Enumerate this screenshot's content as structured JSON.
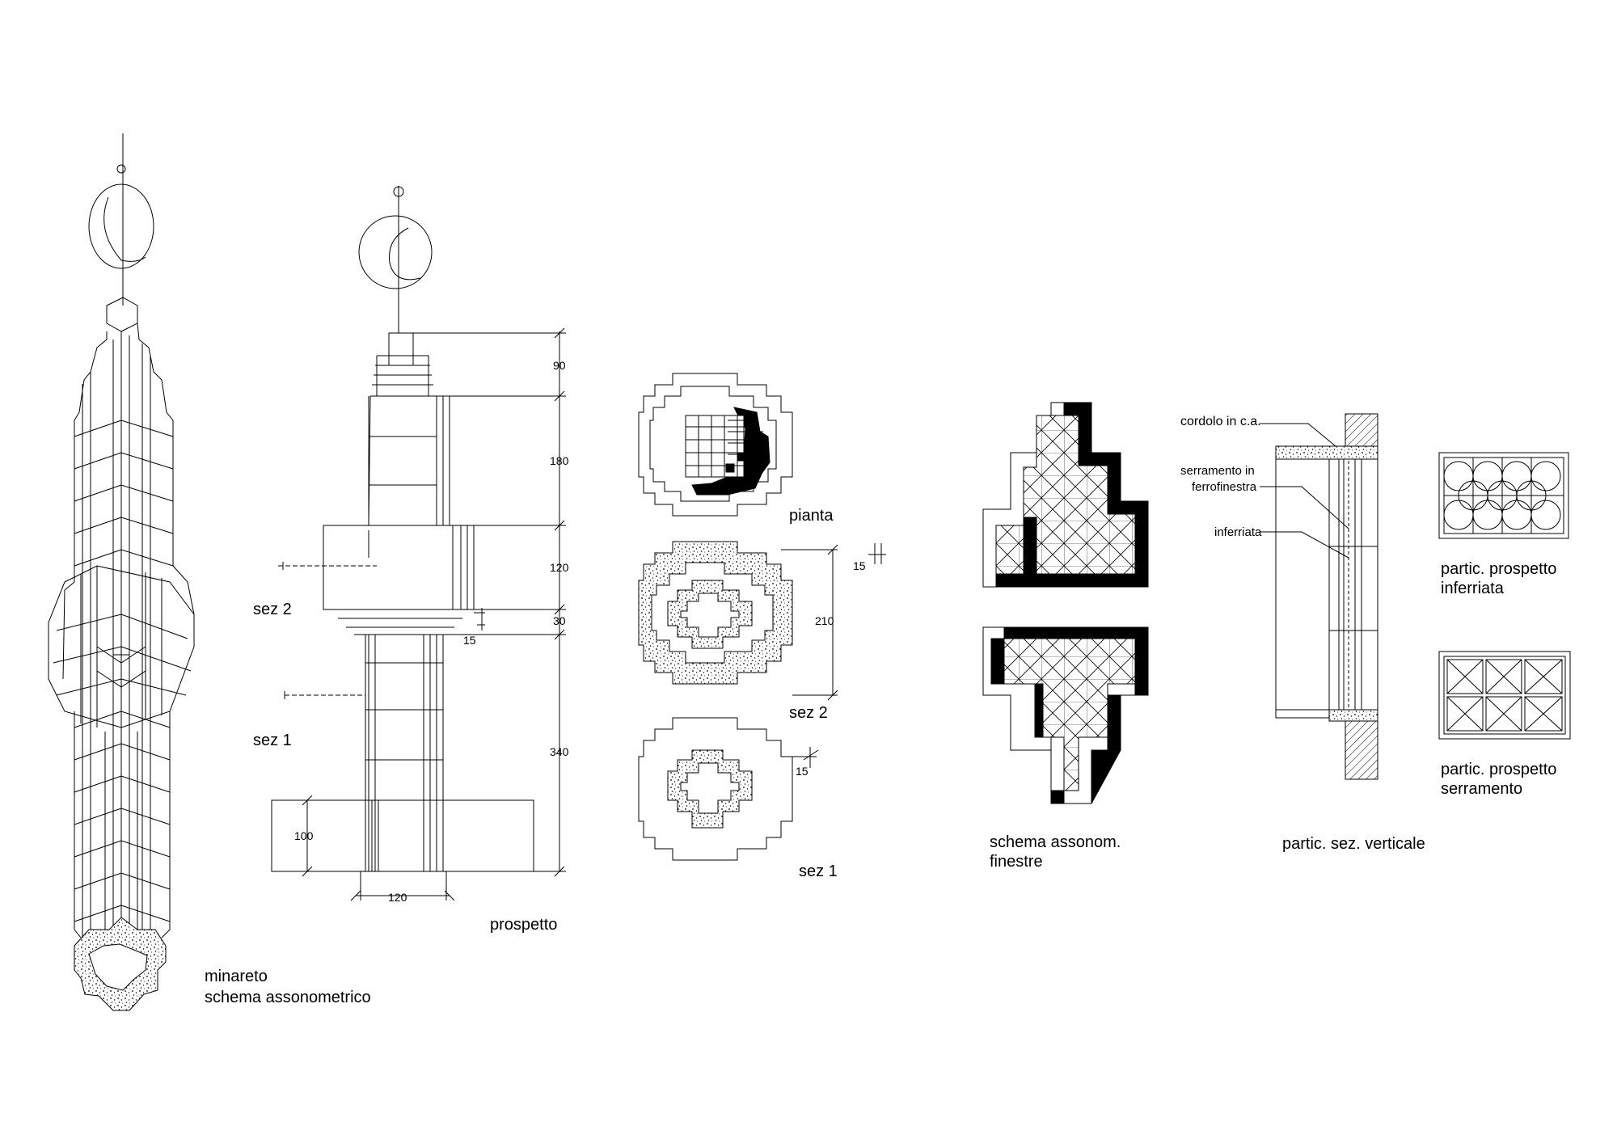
{
  "drawings": {
    "axonometric": {
      "caption_line1": "minareto",
      "caption_line2": "schema assonometrico"
    },
    "elevation": {
      "caption": "prospetto",
      "section_label_2": "sez 2",
      "section_label_1": "sez 1",
      "dimensions": {
        "d90": "90",
        "d180": "180",
        "d120": "120",
        "d30": "30",
        "d340": "340",
        "d15": "15",
        "d100": "100",
        "w120": "120"
      }
    },
    "plans": {
      "plan_caption": "pianta",
      "section2_caption": "sez 2",
      "section1_caption": "sez 1",
      "dim_210": "210",
      "dim_15_top": "15",
      "dim_15_bottom": "15"
    },
    "windows": {
      "caption_line1": "schema assonom.",
      "caption_line2": "finestre"
    },
    "vertical_section": {
      "caption": "partic. sez. verticale",
      "callout_cordolo": "cordolo in c.a.",
      "callout_serramento_1": "serramento in",
      "callout_serramento_2": "ferrofinestra",
      "callout_inferriata": "inferriata"
    },
    "grille_detail": {
      "caption_line1": "partic. prospetto",
      "caption_line2": "inferriata"
    },
    "frame_detail": {
      "caption_line1": "partic. prospetto",
      "caption_line2": "serramento"
    }
  }
}
